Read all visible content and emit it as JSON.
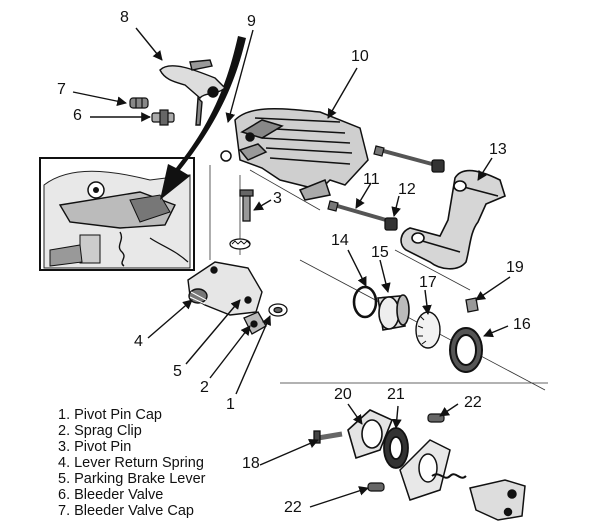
{
  "callouts": {
    "c1": "1",
    "c2": "2",
    "c3": "3",
    "c4": "4",
    "c5": "5",
    "c6": "6",
    "c7": "7",
    "c8": "8",
    "c9": "9",
    "c10": "10",
    "c11": "11",
    "c12": "12",
    "c13": "13",
    "c14": "14",
    "c15": "15",
    "c16": "16",
    "c17": "17",
    "c18": "18",
    "c19": "19",
    "c20": "20",
    "c21": "21",
    "c22a": "22",
    "c22b": "22"
  },
  "legend": [
    "1. Pivot Pin Cap",
    "2. Sprag Clip",
    "3. Pivot Pin",
    "4. Lever Return Spring",
    "5. Parking Brake Lever",
    "6. Bleeder Valve",
    "7. Bleeder Valve Cap"
  ]
}
